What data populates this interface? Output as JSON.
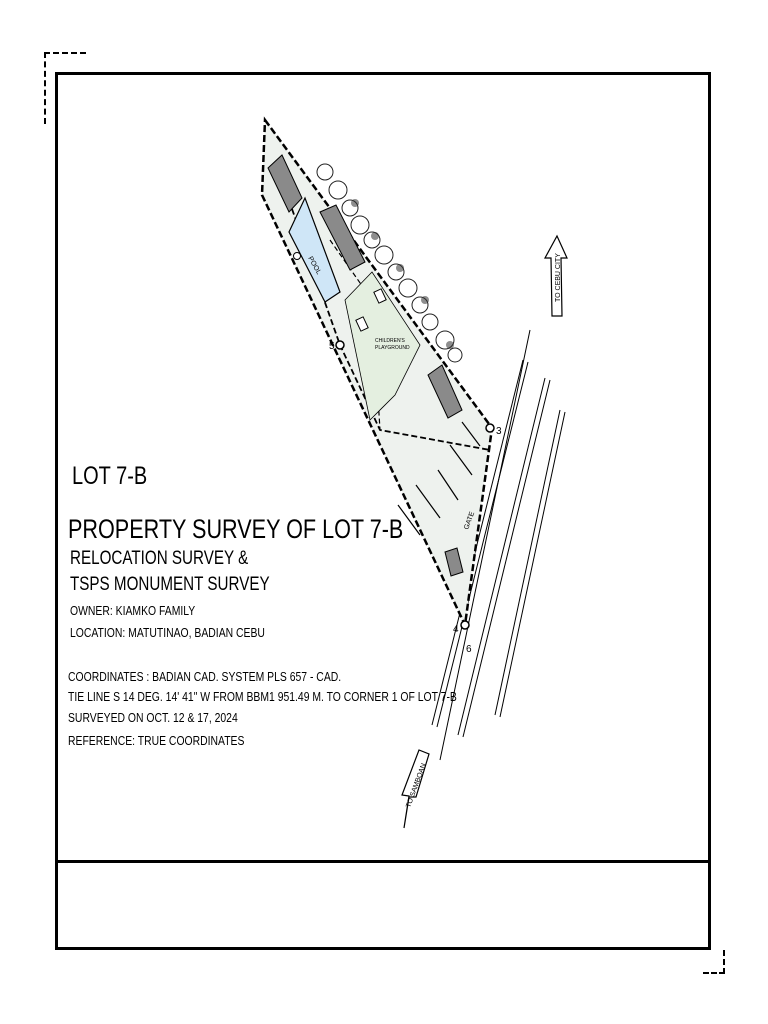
{
  "sheet": {
    "lot_title": "LOT 7-B",
    "heading": "PROPERTY SURVEY OF LOT 7-B",
    "subheading_1": "RELOCATION SURVEY &",
    "subheading_2": "TSPS MONUMENT SURVEY",
    "owner": "OWNER: KIAMKO FAMILY",
    "location": "LOCATION: MATUTINAO, BADIAN CEBU",
    "coordinates": "COORDINATES : BADIAN CAD. SYSTEM PLS 657 - CAD.",
    "tie_line": "TIE LINE  S 14 DEG. 14' 41\" W  FROM BBM1 951.49 M. TO CORNER 1 OF LOT 7-B",
    "surveyed": "SURVEYED ON OCT. 12 & 17, 2024",
    "reference": "REFERENCE: TRUE COORDINATES"
  },
  "plan": {
    "pool_label": "POOL",
    "playground_label": "CHILDREN'S PLAYGROUND",
    "arrow_north_label": "TO CEBU CITY",
    "arrow_south_label": "TO SAMBOAN",
    "gate_label": "GATE",
    "corners": [
      "3",
      "4",
      "5",
      "6"
    ],
    "colors": {
      "lot_fill": "#eef2ee",
      "playground_fill": "#e4efe0",
      "pool_fill": "#cfe6f7",
      "building_fill": "#8a8a8a",
      "tree_stroke": "#222222"
    }
  }
}
